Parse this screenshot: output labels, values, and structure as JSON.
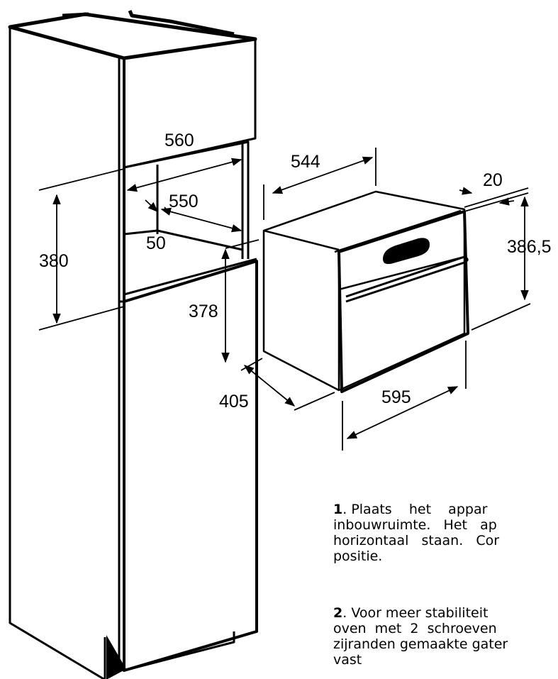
{
  "dimensions": {
    "cabinet_width": "560",
    "cabinet_depth": "550",
    "rear_gap": "50",
    "niche_height": "380",
    "niche_height_inner": "378",
    "appliance_depth": "544",
    "front_thickness": "20",
    "appliance_height": "386,5",
    "appliance_width": "595",
    "front_offset": "405"
  },
  "instructions": [
    {
      "number": "1",
      "lines": [
        ". Plaats    het    appar",
        "inbouwruimte.   Het   ap",
        "horizontaal   staan.   Cor",
        "positie."
      ]
    },
    {
      "number": "2",
      "lines": [
        ". Voor meer stabiliteit",
        "oven  met  2  schroeven",
        "zijranden gemaakte gater",
        "vast"
      ]
    }
  ]
}
